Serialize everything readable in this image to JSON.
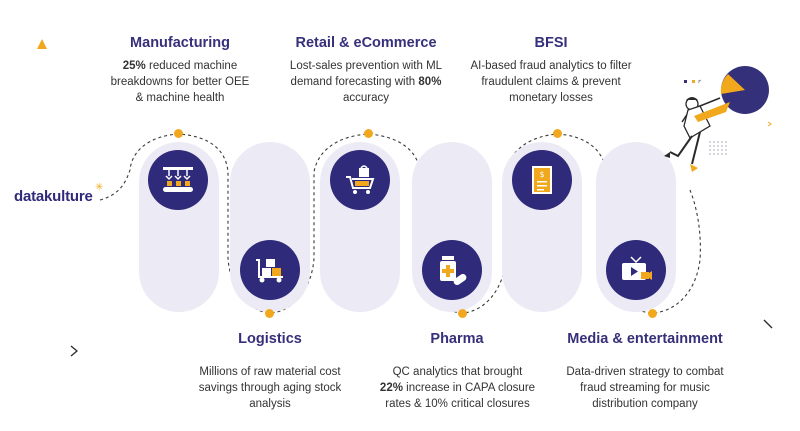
{
  "brand": {
    "name": "datakulture"
  },
  "colors": {
    "accent": "#f2a81d",
    "primary": "#2f2a7a",
    "pill": "#ecebf5"
  },
  "sectors": [
    {
      "title": "Manufacturing",
      "desc_lines": [
        {
          "bold": "25%",
          "text": " reduced machine"
        },
        {
          "bold": "",
          "text": "breakdowns for better OEE"
        },
        {
          "bold": "",
          "text": "& machine health"
        }
      ],
      "icon": "assembly-line-icon"
    },
    {
      "title": "Logistics",
      "desc_lines": [
        {
          "bold": "",
          "text": "Millions of raw material cost"
        },
        {
          "bold": "",
          "text": "savings through aging stock"
        },
        {
          "bold": "",
          "text": "analysis"
        }
      ],
      "icon": "trolley-boxes-icon"
    },
    {
      "title": "Retail & eCommerce",
      "desc_lines": [
        {
          "bold": "",
          "text": "Lost-sales prevention with ML"
        },
        {
          "bold": "",
          "text": "demand forecasting with ",
          "bold_after": "80%"
        },
        {
          "bold": "",
          "text": "accuracy"
        }
      ],
      "icon": "shopping-cart-icon"
    },
    {
      "title": "Pharma",
      "desc_lines": [
        {
          "bold": "",
          "text": "QC analytics that brought"
        },
        {
          "bold": "22%",
          "text": " increase in CAPA closure"
        },
        {
          "bold": "",
          "text": "rates & 10% critical closures"
        }
      ],
      "icon": "medicine-icon"
    },
    {
      "title": "BFSI",
      "desc_lines": [
        {
          "bold": "",
          "text": "AI-based fraud analytics to filter"
        },
        {
          "bold": "",
          "text": "fraudulent claims & prevent"
        },
        {
          "bold": "",
          "text": "monetary losses"
        }
      ],
      "icon": "invoice-icon"
    },
    {
      "title": "Media & entertainment",
      "desc_lines": [
        {
          "bold": "",
          "text": "Data-driven strategy to combat"
        },
        {
          "bold": "",
          "text": "fraud streaming for music"
        },
        {
          "bold": "",
          "text": "distribution company"
        }
      ],
      "icon": "media-player-icon"
    }
  ]
}
